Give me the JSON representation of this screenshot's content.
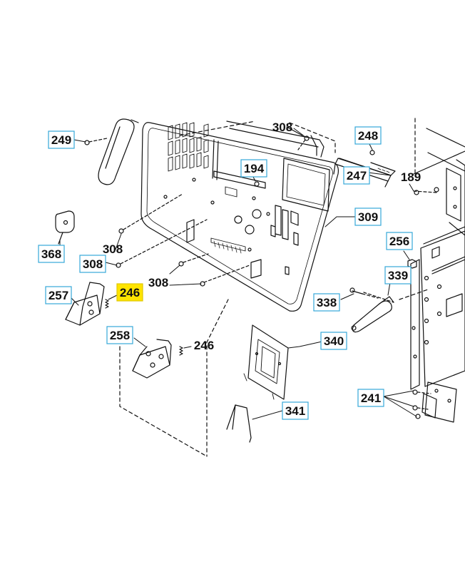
{
  "diagram": {
    "highlight_color": "#ffe400",
    "label_border_color": "#35a8d8",
    "line_color": "#111111",
    "parts": {
      "p249": "249",
      "p308_top": "308",
      "p248": "248",
      "p194": "194",
      "p247": "247",
      "p189": "189",
      "p309": "309",
      "p368": "368",
      "p308_a": "308",
      "p308_b": "308",
      "p308_c": "308",
      "p256": "256",
      "p339": "339",
      "p257": "257",
      "p246_selected": "246",
      "p338": "338",
      "p258": "258",
      "p246": "246",
      "p340": "340",
      "p241": "241",
      "p341": "341"
    }
  }
}
